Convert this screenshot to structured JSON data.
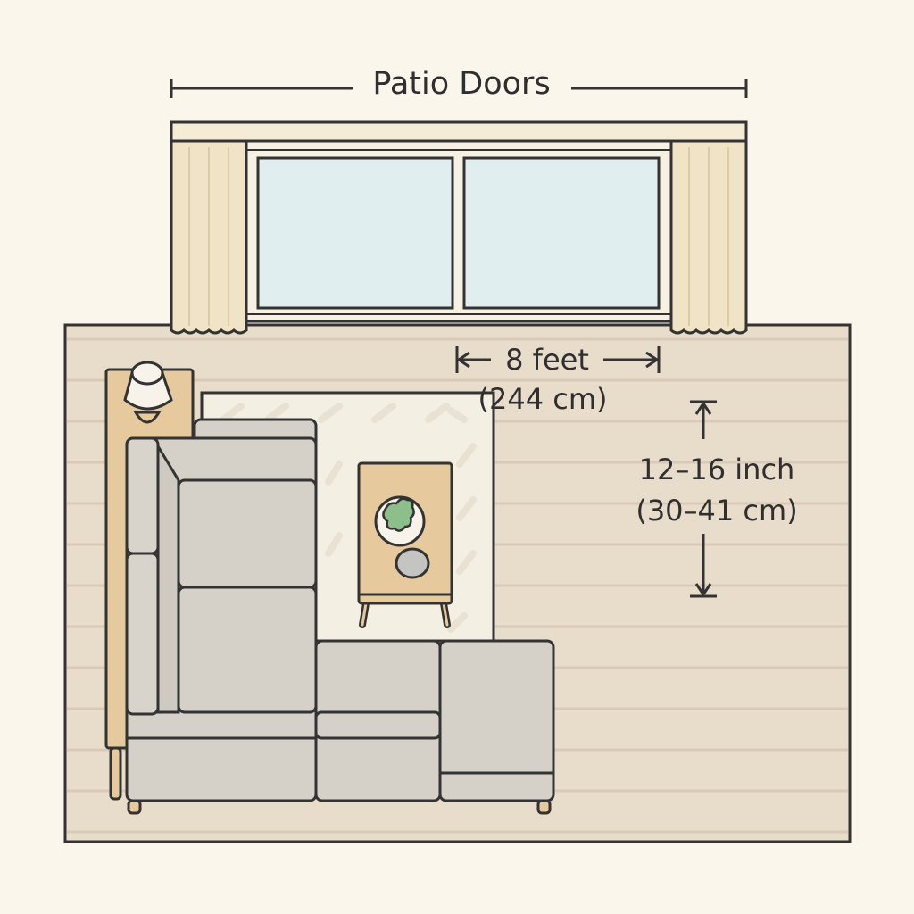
{
  "title": "Patio Doors",
  "dimensions": {
    "width_label": "8 feet",
    "width_metric": "(244 cm)",
    "gap_label": "12–16 inch",
    "gap_metric": "(30–41 cm)"
  },
  "colors": {
    "background": "#fbf6ec",
    "floor": "#e8dccb",
    "floor_stripe": "#d8cab7",
    "wood": "#e6c99c",
    "glass": "#e1eef0",
    "curtain": "#f1e4c6",
    "sofa": "#d6d1c8",
    "rug": "#f4efe3",
    "plant": "#8cbf8a",
    "outline": "#333333"
  }
}
